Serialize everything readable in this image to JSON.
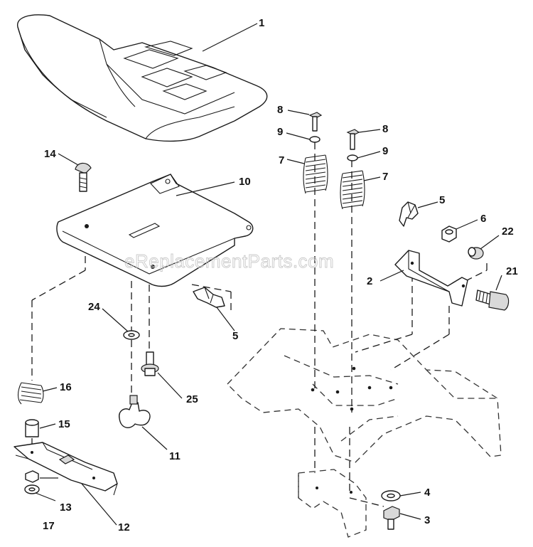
{
  "watermark": "eReplacementParts.com",
  "callouts": [
    {
      "id": "c1",
      "label": "1"
    },
    {
      "id": "c2",
      "label": "2"
    },
    {
      "id": "c3",
      "label": "3"
    },
    {
      "id": "c4",
      "label": "4"
    },
    {
      "id": "c5a",
      "label": "5"
    },
    {
      "id": "c5b",
      "label": "5"
    },
    {
      "id": "c6",
      "label": "6"
    },
    {
      "id": "c7a",
      "label": "7"
    },
    {
      "id": "c7b",
      "label": "7"
    },
    {
      "id": "c8a",
      "label": "8"
    },
    {
      "id": "c8b",
      "label": "8"
    },
    {
      "id": "c9a",
      "label": "9"
    },
    {
      "id": "c9b",
      "label": "9"
    },
    {
      "id": "c10",
      "label": "10"
    },
    {
      "id": "c11",
      "label": "11"
    },
    {
      "id": "c12",
      "label": "12"
    },
    {
      "id": "c13",
      "label": "13"
    },
    {
      "id": "c14",
      "label": "14"
    },
    {
      "id": "c15",
      "label": "15"
    },
    {
      "id": "c16",
      "label": "16"
    },
    {
      "id": "c17",
      "label": "17"
    },
    {
      "id": "c21",
      "label": "21"
    },
    {
      "id": "c22",
      "label": "22"
    },
    {
      "id": "c24",
      "label": "24"
    },
    {
      "id": "c25",
      "label": "25"
    }
  ]
}
